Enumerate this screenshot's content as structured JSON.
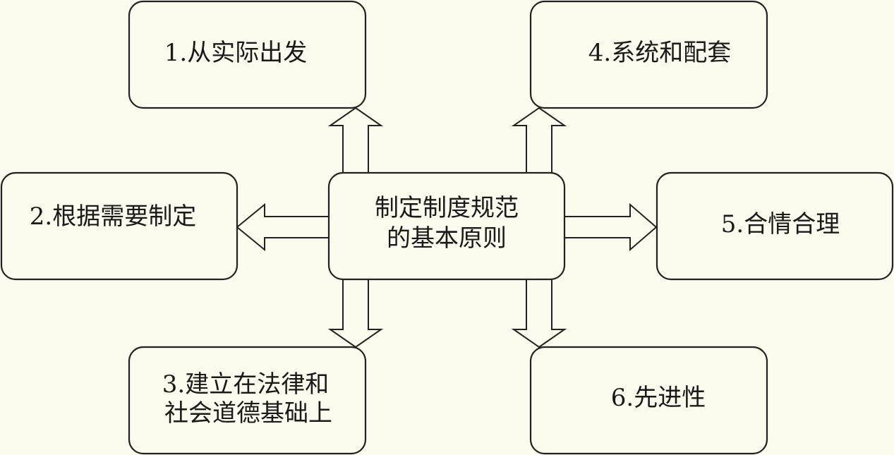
{
  "center": {
    "lines": [
      "制定制度规范",
      "的基本原则"
    ]
  },
  "principles": [
    {
      "id": "p1",
      "lines": [
        "1.从实际出发"
      ]
    },
    {
      "id": "p2",
      "lines": [
        "2.根据需要制定"
      ]
    },
    {
      "id": "p3",
      "lines": [
        "3.建立在法律和",
        "社会道德基础上"
      ]
    },
    {
      "id": "p4",
      "lines": [
        "4.系统和配套"
      ]
    },
    {
      "id": "p5",
      "lines": [
        "5.合情合理"
      ]
    },
    {
      "id": "p6",
      "lines": [
        "6.先进性"
      ]
    }
  ],
  "colors": {
    "background": "#fdfbee",
    "stroke": "#222222",
    "text": "#1a1a1a"
  }
}
